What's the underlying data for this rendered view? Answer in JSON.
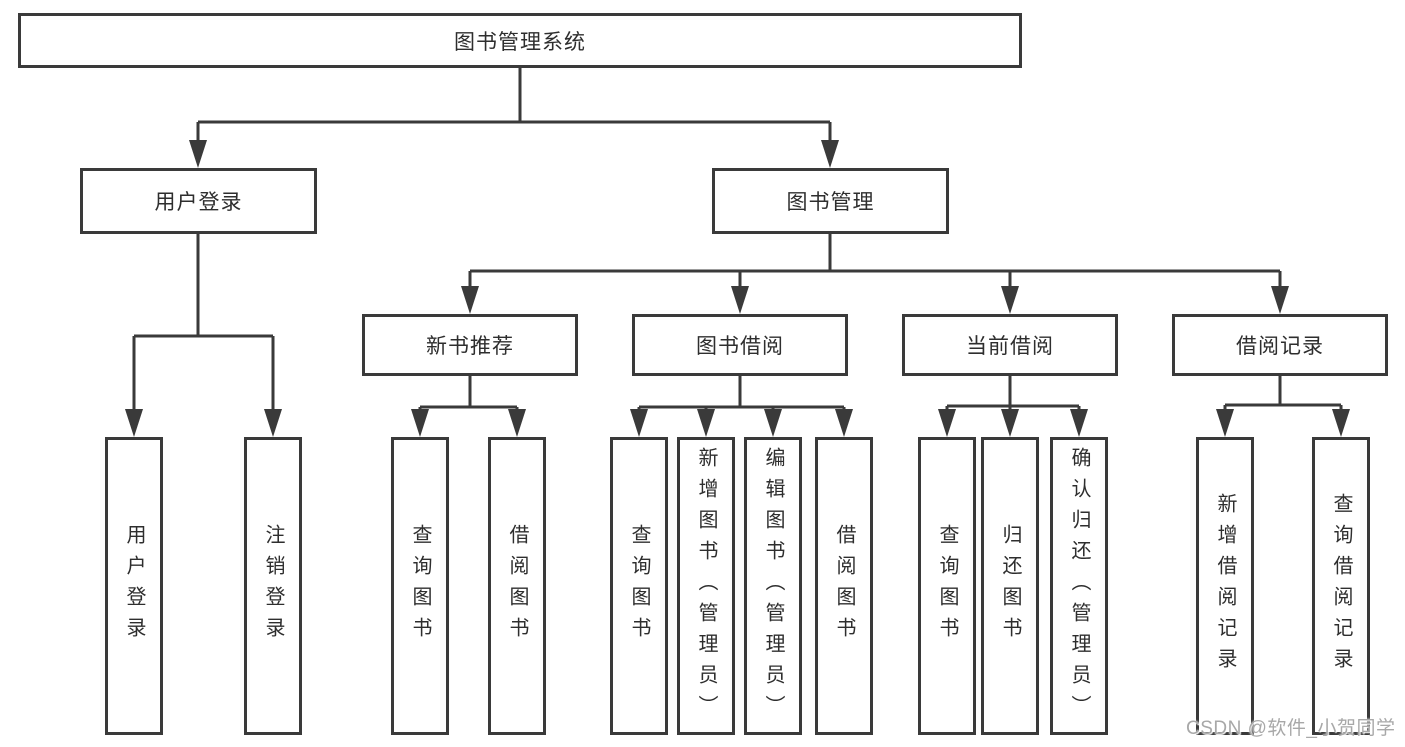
{
  "diagram": {
    "root": "图书管理系统",
    "level1": {
      "user_login": "用户登录",
      "book_management": "图书管理"
    },
    "level2": {
      "new_books": "新书推荐",
      "book_borrow": "图书借阅",
      "current_borrow": "当前借阅",
      "borrow_records": "借阅记录"
    },
    "leaves": {
      "user_login": [
        "用户登录",
        "注销登录"
      ],
      "new_books": [
        "查询图书",
        "借阅图书"
      ],
      "book_borrow": [
        "查询图书",
        "新增图书（管理员）",
        "编辑图书（管理员）",
        "借阅图书"
      ],
      "current_borrow": [
        "查询图书",
        "归还图书",
        "确认归还（管理员）"
      ],
      "borrow_records": [
        "新增借阅记录",
        "查询借阅记录"
      ]
    }
  },
  "watermark": "CSDN @软件_小贺同学",
  "colors": {
    "line": "#3a3a3a",
    "text": "#2e2e2e",
    "background": "#ffffff",
    "watermark": "#a8a8a8"
  }
}
